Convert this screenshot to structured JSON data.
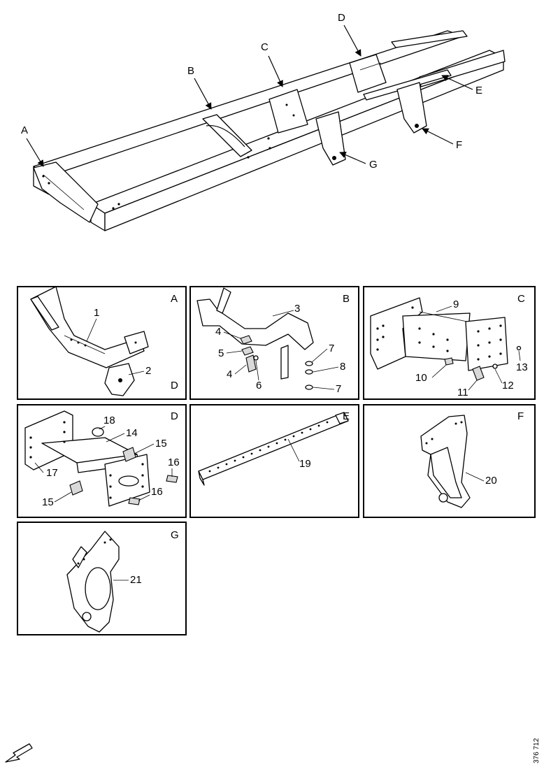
{
  "overview": {
    "callouts": [
      "A",
      "B",
      "C",
      "D",
      "E",
      "F",
      "G"
    ]
  },
  "panels": [
    {
      "letter": "A",
      "sub_letter": "D",
      "parts": [
        "1",
        "2"
      ]
    },
    {
      "letter": "B",
      "parts": [
        "3",
        "4",
        "5",
        "4",
        "6",
        "7",
        "8",
        "7"
      ]
    },
    {
      "letter": "C",
      "parts": [
        "9",
        "10",
        "11",
        "12",
        "13"
      ]
    },
    {
      "letter": "D",
      "parts": [
        "18",
        "14",
        "15",
        "16",
        "17",
        "15",
        "16"
      ]
    },
    {
      "letter": "E",
      "parts": [
        "19"
      ]
    },
    {
      "letter": "F",
      "parts": [
        "20"
      ]
    },
    {
      "letter": "G",
      "parts": [
        "21"
      ]
    }
  ],
  "footer": {
    "drawing_number": "376 712",
    "direction_icon": "arrow-down-left-icon"
  }
}
